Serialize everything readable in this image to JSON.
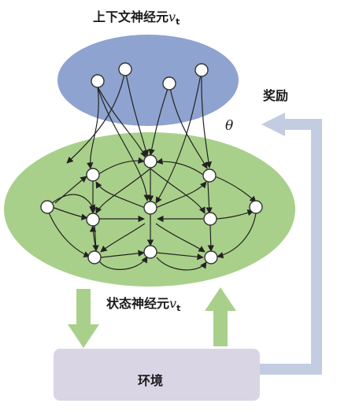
{
  "labels": {
    "context_title_prefix": "上下文神经元",
    "context_var": "v",
    "context_sub": "t",
    "reward": "奖励",
    "theta": "θ",
    "state_title_prefix": "状态神经元",
    "state_var": "v",
    "state_sub": "t",
    "environment": "环境"
  },
  "colors": {
    "context_ellipse": "#8ea3cf",
    "state_ellipse": "#a9d08a",
    "environment_box": "#d9d5e5",
    "reward_arrow": "#c3cde2",
    "up_down_arrows": "#a9d08a",
    "node_fill": "#ffffff",
    "node_stroke": "#333333"
  }
}
